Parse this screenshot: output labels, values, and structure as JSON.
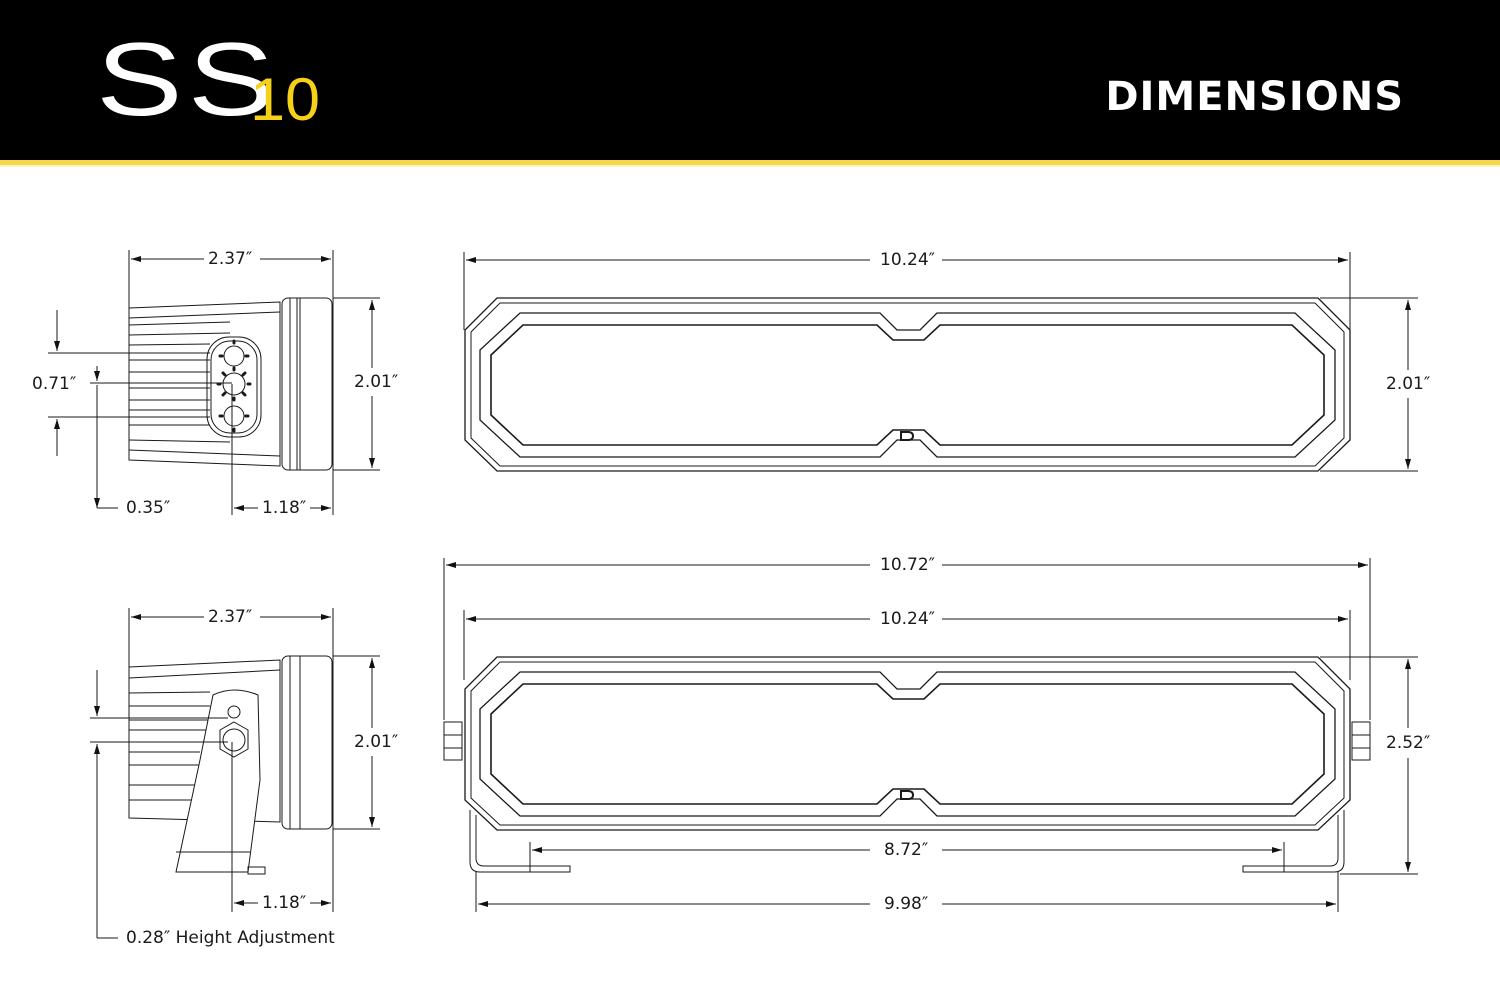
{
  "header": {
    "logo_prefix": "SS",
    "logo_suffix": "10",
    "title": "DIMENSIONS",
    "colors": {
      "background": "#000000",
      "accent": "#f6d117",
      "text": "#ffffff"
    }
  },
  "views": {
    "side_top": {
      "overall_depth": "2.37″",
      "height": "2.01″",
      "connector_spacing": "0.71″",
      "connector_offset": "0.35″",
      "lens_depth": "1.18″"
    },
    "front_top": {
      "width": "10.24″",
      "height": "2.01″"
    },
    "side_bottom": {
      "overall_depth": "2.37″",
      "height": "2.01″",
      "lens_depth": "1.18″",
      "height_adjustment": "0.28″ Height Adjustment"
    },
    "front_bottom": {
      "overall_width_with_bolts": "10.72″",
      "width": "10.24″",
      "height_with_bracket": "2.52″",
      "bracket_hole_spacing": "8.72″",
      "bracket_width": "9.98″"
    }
  }
}
